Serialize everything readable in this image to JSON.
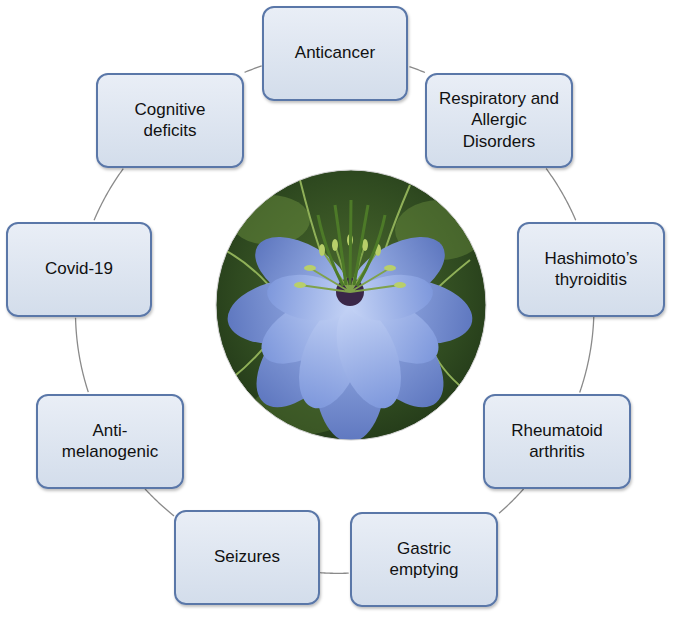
{
  "diagram": {
    "nodes": [
      {
        "text": [
          "Anticancer"
        ]
      },
      {
        "text": [
          "Respiratory and Allergic Disorders"
        ]
      },
      {
        "text": [
          "Hashimoto’s thyroiditis"
        ]
      },
      {
        "text": [
          "Rheumatoid arthritis"
        ]
      },
      {
        "text": [
          "Gastric emptying"
        ]
      },
      {
        "text": [
          "Seizures"
        ]
      },
      {
        "text": [
          "Anti- melanogenic"
        ]
      },
      {
        "text": [
          "Covid-19"
        ]
      },
      {
        "text": [
          "Cognitive deficits"
        ]
      }
    ],
    "edges": [
      {
        "from": 0,
        "to": 1,
        "arrow": "none"
      },
      {
        "from": 1,
        "to": 2,
        "arrow": "none"
      },
      {
        "from": 2,
        "to": 3,
        "arrow": "none"
      },
      {
        "from": 3,
        "to": 4,
        "arrow": "none"
      },
      {
        "from": 4,
        "to": 5,
        "arrow": "none"
      },
      {
        "from": 5,
        "to": 6,
        "arrow": "none"
      },
      {
        "from": 6,
        "to": 7,
        "arrow": "none"
      },
      {
        "from": 7,
        "to": 8,
        "arrow": "none"
      },
      {
        "from": 8,
        "to": 0,
        "arrow": "none"
      }
    ]
  }
}
